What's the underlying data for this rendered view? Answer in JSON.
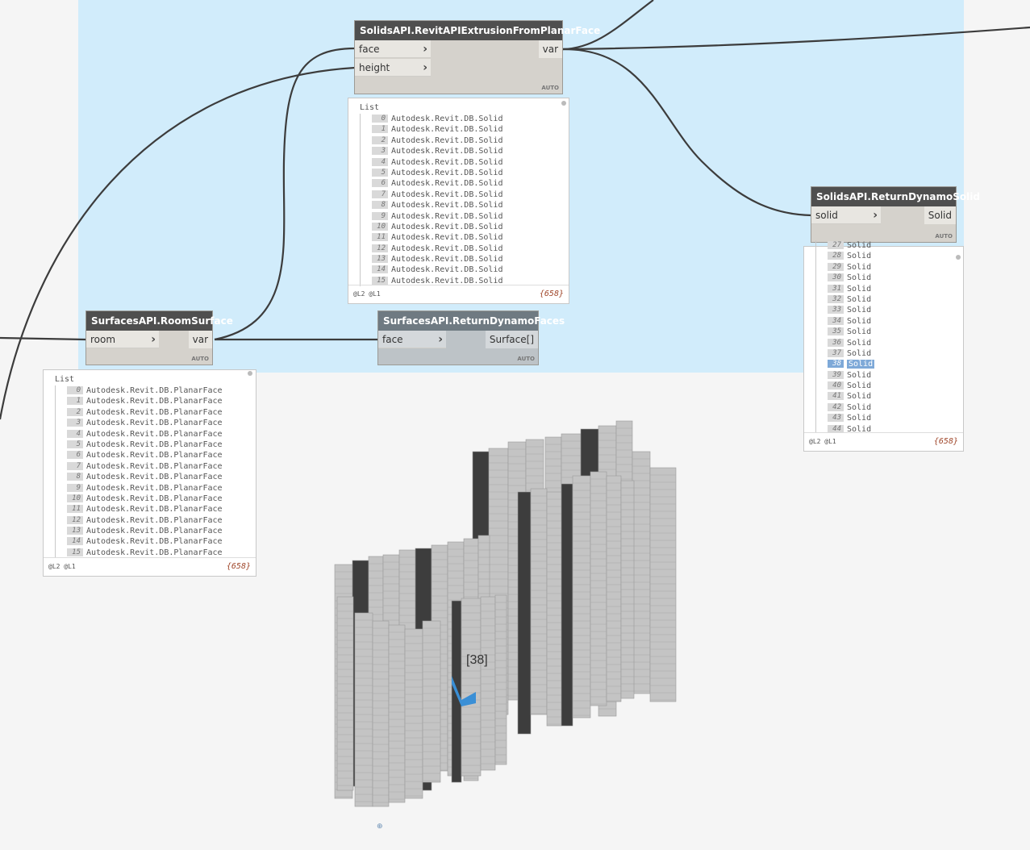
{
  "nodes": {
    "extrusion": {
      "title": "SolidsAPI.RevitAPIExtrusionFromPlanarFace",
      "inputs": [
        "face",
        "height"
      ],
      "output": "var",
      "badge": "AUTO"
    },
    "room_surface": {
      "title": "SurfacesAPI.RoomSurface",
      "inputs": [
        "room"
      ],
      "output": "var",
      "badge": "AUTO"
    },
    "return_faces": {
      "title": "SurfacesAPI.ReturnDynamoFaces",
      "inputs": [
        "face"
      ],
      "output": "Surface[]",
      "badge": "AUTO"
    },
    "return_solid": {
      "title": "SolidsAPI.ReturnDynamoSolid",
      "inputs": [
        "solid"
      ],
      "output": "Solid",
      "badge": "AUTO"
    }
  },
  "previews": {
    "extrusion": {
      "title": "List",
      "rows": [
        {
          "i": "0",
          "v": "Autodesk.Revit.DB.Solid"
        },
        {
          "i": "1",
          "v": "Autodesk.Revit.DB.Solid"
        },
        {
          "i": "2",
          "v": "Autodesk.Revit.DB.Solid"
        },
        {
          "i": "3",
          "v": "Autodesk.Revit.DB.Solid"
        },
        {
          "i": "4",
          "v": "Autodesk.Revit.DB.Solid"
        },
        {
          "i": "5",
          "v": "Autodesk.Revit.DB.Solid"
        },
        {
          "i": "6",
          "v": "Autodesk.Revit.DB.Solid"
        },
        {
          "i": "7",
          "v": "Autodesk.Revit.DB.Solid"
        },
        {
          "i": "8",
          "v": "Autodesk.Revit.DB.Solid"
        },
        {
          "i": "9",
          "v": "Autodesk.Revit.DB.Solid"
        },
        {
          "i": "10",
          "v": "Autodesk.Revit.DB.Solid"
        },
        {
          "i": "11",
          "v": "Autodesk.Revit.DB.Solid"
        },
        {
          "i": "12",
          "v": "Autodesk.Revit.DB.Solid"
        },
        {
          "i": "13",
          "v": "Autodesk.Revit.DB.Solid"
        },
        {
          "i": "14",
          "v": "Autodesk.Revit.DB.Solid"
        },
        {
          "i": "15",
          "v": "Autodesk.Revit.DB.Solid"
        }
      ],
      "levels": "@L2 @L1",
      "count": "{658}"
    },
    "room_surface": {
      "title": "List",
      "rows": [
        {
          "i": "0",
          "v": "Autodesk.Revit.DB.PlanarFace"
        },
        {
          "i": "1",
          "v": "Autodesk.Revit.DB.PlanarFace"
        },
        {
          "i": "2",
          "v": "Autodesk.Revit.DB.PlanarFace"
        },
        {
          "i": "3",
          "v": "Autodesk.Revit.DB.PlanarFace"
        },
        {
          "i": "4",
          "v": "Autodesk.Revit.DB.PlanarFace"
        },
        {
          "i": "5",
          "v": "Autodesk.Revit.DB.PlanarFace"
        },
        {
          "i": "6",
          "v": "Autodesk.Revit.DB.PlanarFace"
        },
        {
          "i": "7",
          "v": "Autodesk.Revit.DB.PlanarFace"
        },
        {
          "i": "8",
          "v": "Autodesk.Revit.DB.PlanarFace"
        },
        {
          "i": "9",
          "v": "Autodesk.Revit.DB.PlanarFace"
        },
        {
          "i": "10",
          "v": "Autodesk.Revit.DB.PlanarFace"
        },
        {
          "i": "11",
          "v": "Autodesk.Revit.DB.PlanarFace"
        },
        {
          "i": "12",
          "v": "Autodesk.Revit.DB.PlanarFace"
        },
        {
          "i": "13",
          "v": "Autodesk.Revit.DB.PlanarFace"
        },
        {
          "i": "14",
          "v": "Autodesk.Revit.DB.PlanarFace"
        },
        {
          "i": "15",
          "v": "Autodesk.Revit.DB.PlanarFace"
        }
      ],
      "levels": "@L2 @L1",
      "count": "{658}"
    },
    "return_solid": {
      "rows": [
        {
          "i": "27",
          "v": "Solid"
        },
        {
          "i": "28",
          "v": "Solid"
        },
        {
          "i": "29",
          "v": "Solid"
        },
        {
          "i": "30",
          "v": "Solid"
        },
        {
          "i": "31",
          "v": "Solid"
        },
        {
          "i": "32",
          "v": "Solid"
        },
        {
          "i": "33",
          "v": "Solid"
        },
        {
          "i": "34",
          "v": "Solid"
        },
        {
          "i": "35",
          "v": "Solid"
        },
        {
          "i": "36",
          "v": "Solid"
        },
        {
          "i": "37",
          "v": "Solid"
        },
        {
          "i": "38",
          "v": "Solid",
          "selected": true
        },
        {
          "i": "39",
          "v": "Solid"
        },
        {
          "i": "40",
          "v": "Solid"
        },
        {
          "i": "41",
          "v": "Solid"
        },
        {
          "i": "42",
          "v": "Solid"
        },
        {
          "i": "43",
          "v": "Solid"
        },
        {
          "i": "44",
          "v": "Solid"
        }
      ],
      "levels": "@L2 @L1",
      "count": "{658}"
    }
  },
  "viewport": {
    "selected_label": "[38]",
    "highlight_color": "#3a8fd6",
    "group_color": "#d1ecfb"
  }
}
